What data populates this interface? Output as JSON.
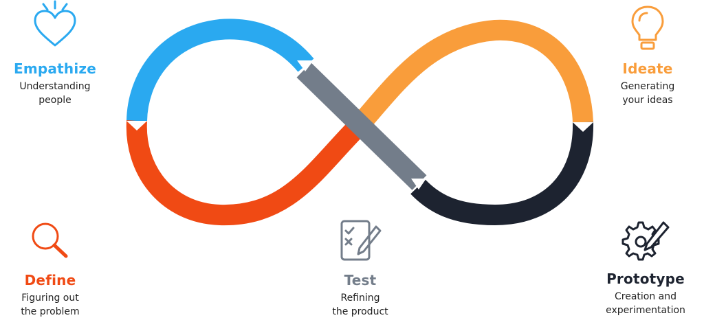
{
  "colors": {
    "empathize": "#2aa9f0",
    "define": "#f04a14",
    "ideate": "#f99d3b",
    "prototype": "#1d2330",
    "test": "#737d8a"
  },
  "stages": {
    "empathize": {
      "title": "Empathize",
      "desc1": "Understanding",
      "desc2": "people",
      "icon": "heart-icon"
    },
    "define": {
      "title": "Define",
      "desc1": "Figuring out",
      "desc2": "the problem",
      "icon": "magnifier-icon"
    },
    "ideate": {
      "title": "Ideate",
      "desc1": "Generating",
      "desc2": "your ideas",
      "icon": "lightbulb-icon"
    },
    "prototype": {
      "title": "Prototype",
      "desc1": "Creation and",
      "desc2": "experimentation",
      "icon": "gear-pencil-icon"
    },
    "test": {
      "title": "Test",
      "desc1": "Refining",
      "desc2": "the product",
      "icon": "checklist-icon"
    }
  }
}
